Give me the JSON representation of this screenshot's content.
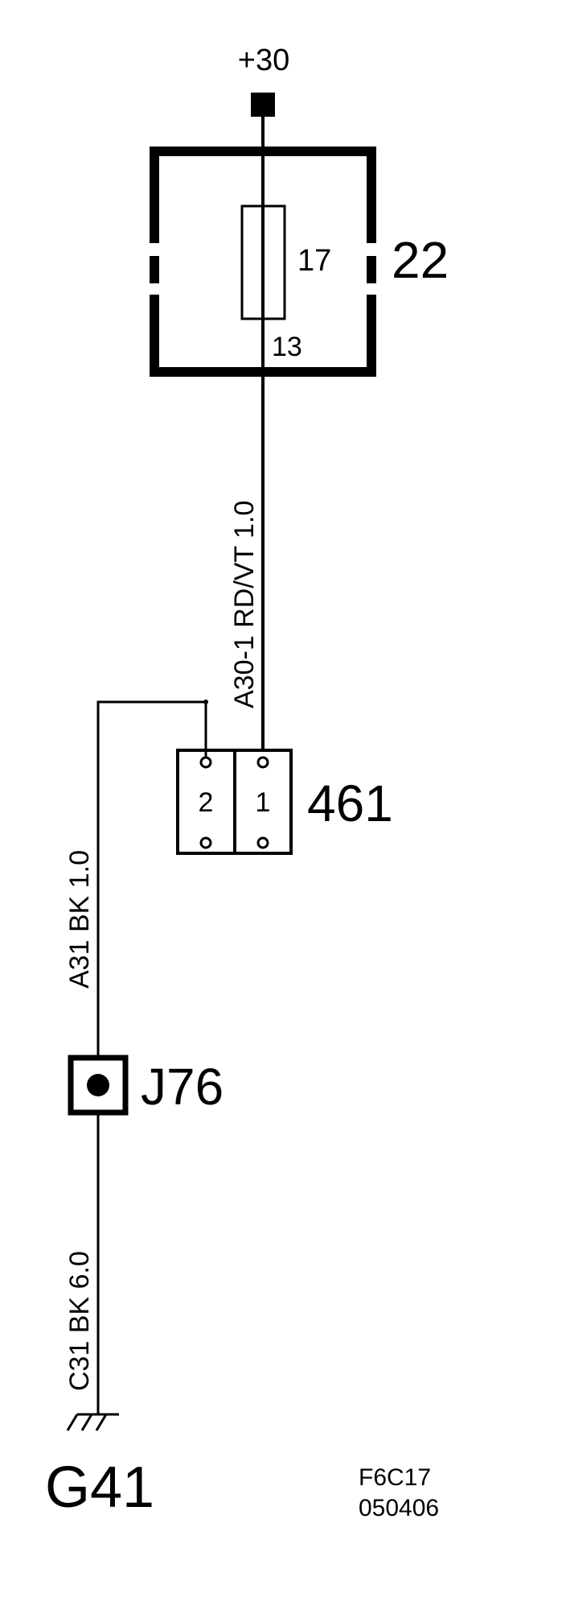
{
  "power": {
    "label": "+30"
  },
  "fuse_box": {
    "id": "22",
    "fuse_number": "17",
    "output_pin": "13"
  },
  "wire_main": {
    "label": "A30-1 RD/VT 1.0"
  },
  "connector": {
    "id": "461",
    "pin1": "1",
    "pin2": "2"
  },
  "wire_ground_upper": {
    "label": "A31  BK  1.0"
  },
  "junction": {
    "id": "J76"
  },
  "wire_ground_lower": {
    "label": "C31  BK  6.0"
  },
  "ground": {
    "id": "G41"
  },
  "stamp": {
    "line1": "F6C17",
    "line2": "050406"
  },
  "colors": {
    "ink": "#000000",
    "paper": "#ffffff"
  }
}
